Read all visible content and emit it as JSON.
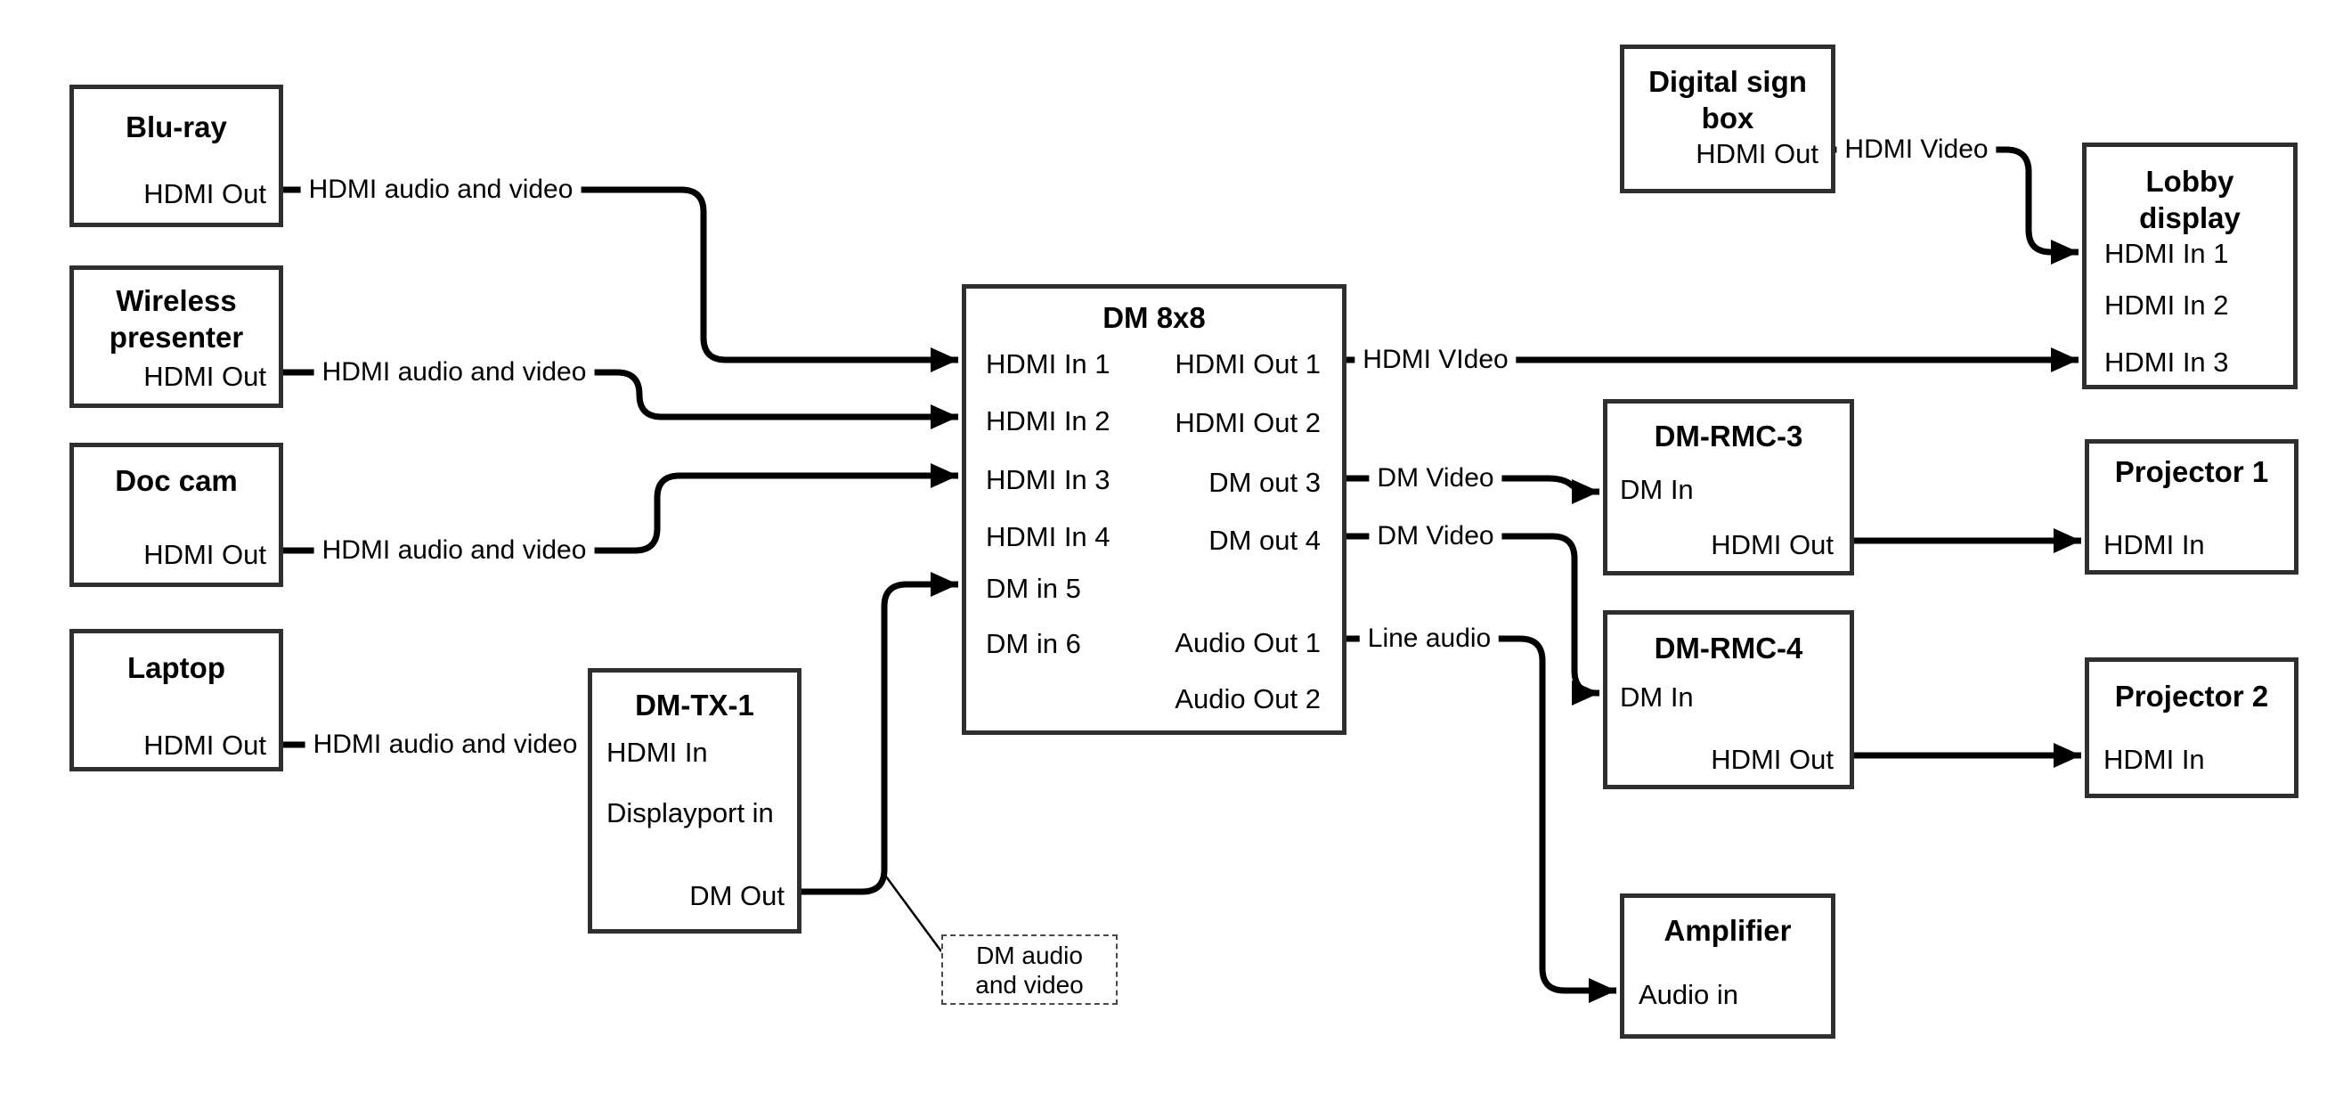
{
  "colors": {
    "line": "#000000",
    "box_border": "#2f2f2f",
    "background": "#ffffff"
  },
  "boxes": {
    "bluray": {
      "title": "Blu-ray",
      "port_out": "HDMI Out"
    },
    "wireless": {
      "title": "Wireless presenter",
      "port_out": "HDMI Out"
    },
    "doccam": {
      "title": "Doc cam",
      "port_out": "HDMI Out"
    },
    "laptop": {
      "title": "Laptop",
      "port_out": "HDMI Out"
    },
    "dmtx1": {
      "title": "DM-TX-1",
      "ports": [
        "HDMI In",
        "Displayport in",
        "DM Out"
      ]
    },
    "dm8x8": {
      "title": "DM 8x8",
      "inputs": [
        "HDMI In 1",
        "HDMI In 2",
        "HDMI In 3",
        "HDMI In 4",
        "DM in 5",
        "DM in 6"
      ],
      "outputs": [
        "HDMI Out 1",
        "HDMI Out 2",
        "DM out 3",
        "DM out 4",
        "Audio Out 1",
        "Audio Out 2"
      ]
    },
    "digitalsign": {
      "title": "Digital sign box",
      "port_out": "HDMI Out"
    },
    "lobby": {
      "title": "Lobby display",
      "inputs": [
        "HDMI In 1",
        "HDMI In 2",
        "HDMI In 3"
      ]
    },
    "dmrmc3": {
      "title": "DM-RMC-3",
      "port_in": "DM In",
      "port_out": "HDMI Out"
    },
    "proj1": {
      "title": "Projector 1",
      "port_in": "HDMI In"
    },
    "dmrmc4": {
      "title": "DM-RMC-4",
      "port_in": "DM In",
      "port_out": "HDMI Out"
    },
    "proj2": {
      "title": "Projector 2",
      "port_in": "HDMI In"
    },
    "amplifier": {
      "title": "Amplifier",
      "port_in": "Audio in"
    }
  },
  "edge_labels": {
    "bluray_to_in1": "HDMI audio and video",
    "wireless_to_in2": "HDMI audio and video",
    "doccam_to_in3": "HDMI audio and video",
    "laptop_to_tx": "HDMI audio and video",
    "hdmiout1_to_lobby": "HDMI VIdeo",
    "sign_to_lobby": "HDMI Video",
    "dmout3_to_rmc3": "DM Video",
    "dmout4_to_rmc4": "DM Video",
    "audioout1_to_amp": "Line audio"
  },
  "annotation": {
    "text": "DM audio and video"
  }
}
